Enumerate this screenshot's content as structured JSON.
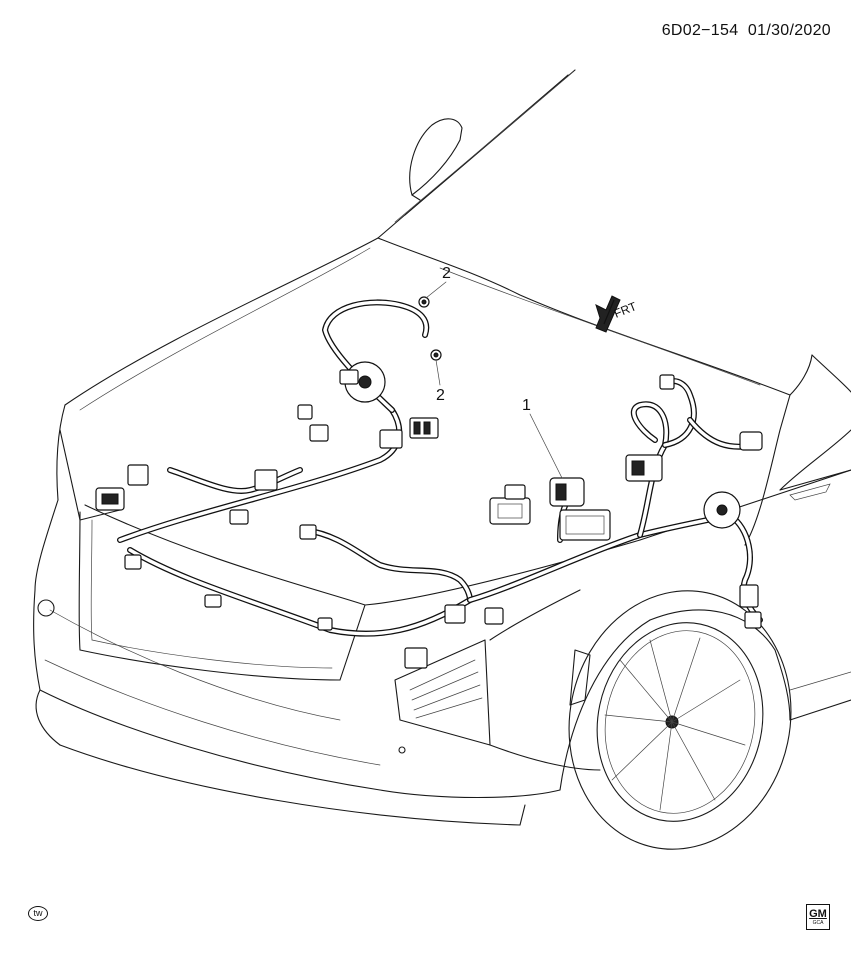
{
  "header": {
    "diagram_id": "6D02−154",
    "date": "01/30/2020"
  },
  "callouts": [
    {
      "label": "1",
      "part": "wiring harness"
    },
    {
      "label": "2",
      "part": "bolt"
    },
    {
      "label": "2",
      "part": "bolt"
    }
  ],
  "direction_arrow": {
    "text": "FRT"
  },
  "footer": {
    "left_badge": "tw",
    "gm_logo_top": "GM",
    "gm_logo_bottom": "GCA"
  }
}
